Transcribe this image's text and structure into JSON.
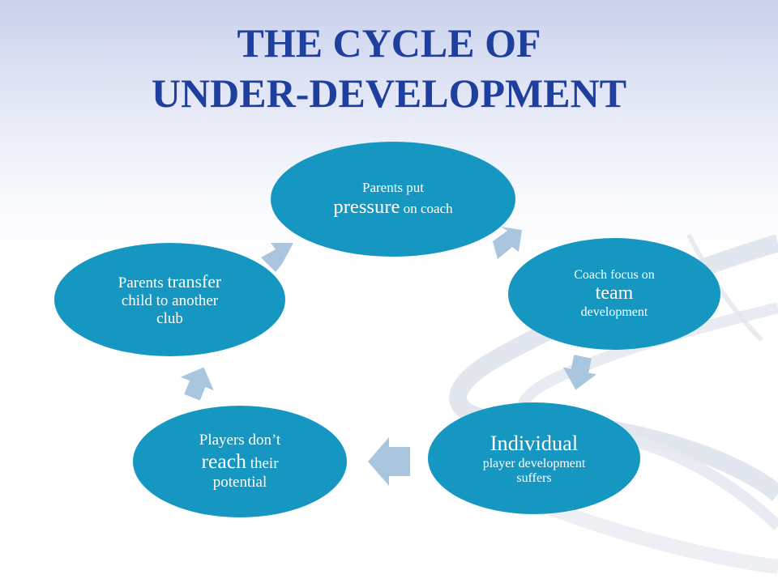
{
  "title": {
    "line1": "THE CYCLE OF",
    "line2": "UNDER-DEVELOPMENT"
  },
  "colors": {
    "title": "#1f3f9e",
    "node_fill": "#1597c2",
    "node_text": "#ffffff",
    "arrow": "#a9c6de",
    "swoosh": "#d3d8e4"
  },
  "cycle": {
    "node1": {
      "a": "Parents put",
      "b": "pressure",
      "c": " on coach"
    },
    "node2": {
      "a": "Coach focus on",
      "b": "team",
      "c": "development"
    },
    "node3": {
      "a": "Individual",
      "b": "player development",
      "c": "suffers"
    },
    "node4": {
      "a": "Players don’t",
      "b": "reach",
      "c": " their",
      "d": "potential"
    },
    "node5": {
      "a": "Parents ",
      "b": "transfer",
      "c": "child to another",
      "d": "club"
    }
  },
  "arrows": [
    {
      "from": "node1",
      "to": "node2",
      "icon": "arrow-right-down-icon"
    },
    {
      "from": "node2",
      "to": "node3",
      "icon": "arrow-down-icon"
    },
    {
      "from": "node3",
      "to": "node4",
      "icon": "arrow-left-icon"
    },
    {
      "from": "node4",
      "to": "node5",
      "icon": "arrow-up-icon"
    },
    {
      "from": "node5",
      "to": "node1",
      "icon": "arrow-right-up-icon"
    }
  ]
}
